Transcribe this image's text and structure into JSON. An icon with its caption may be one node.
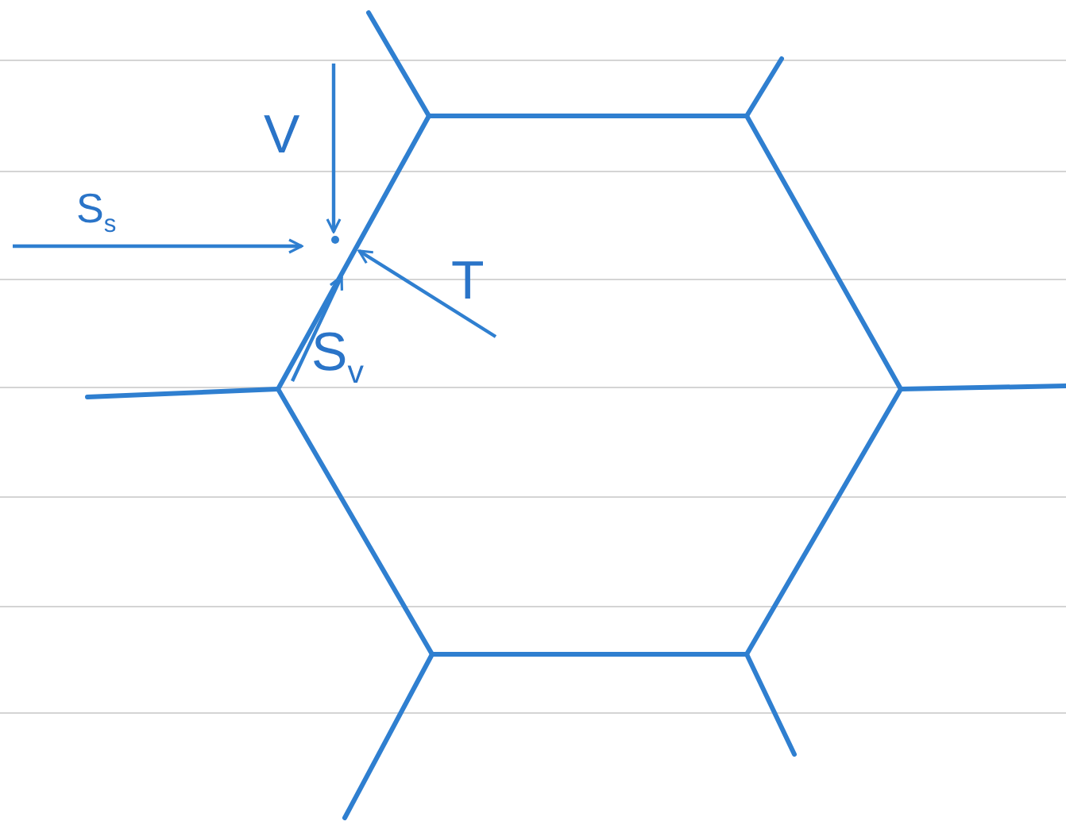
{
  "diagram": {
    "labels": [
      "V",
      "S$_{s}$",
      "T",
      "S$_{v}$"
    ]
  }
}
